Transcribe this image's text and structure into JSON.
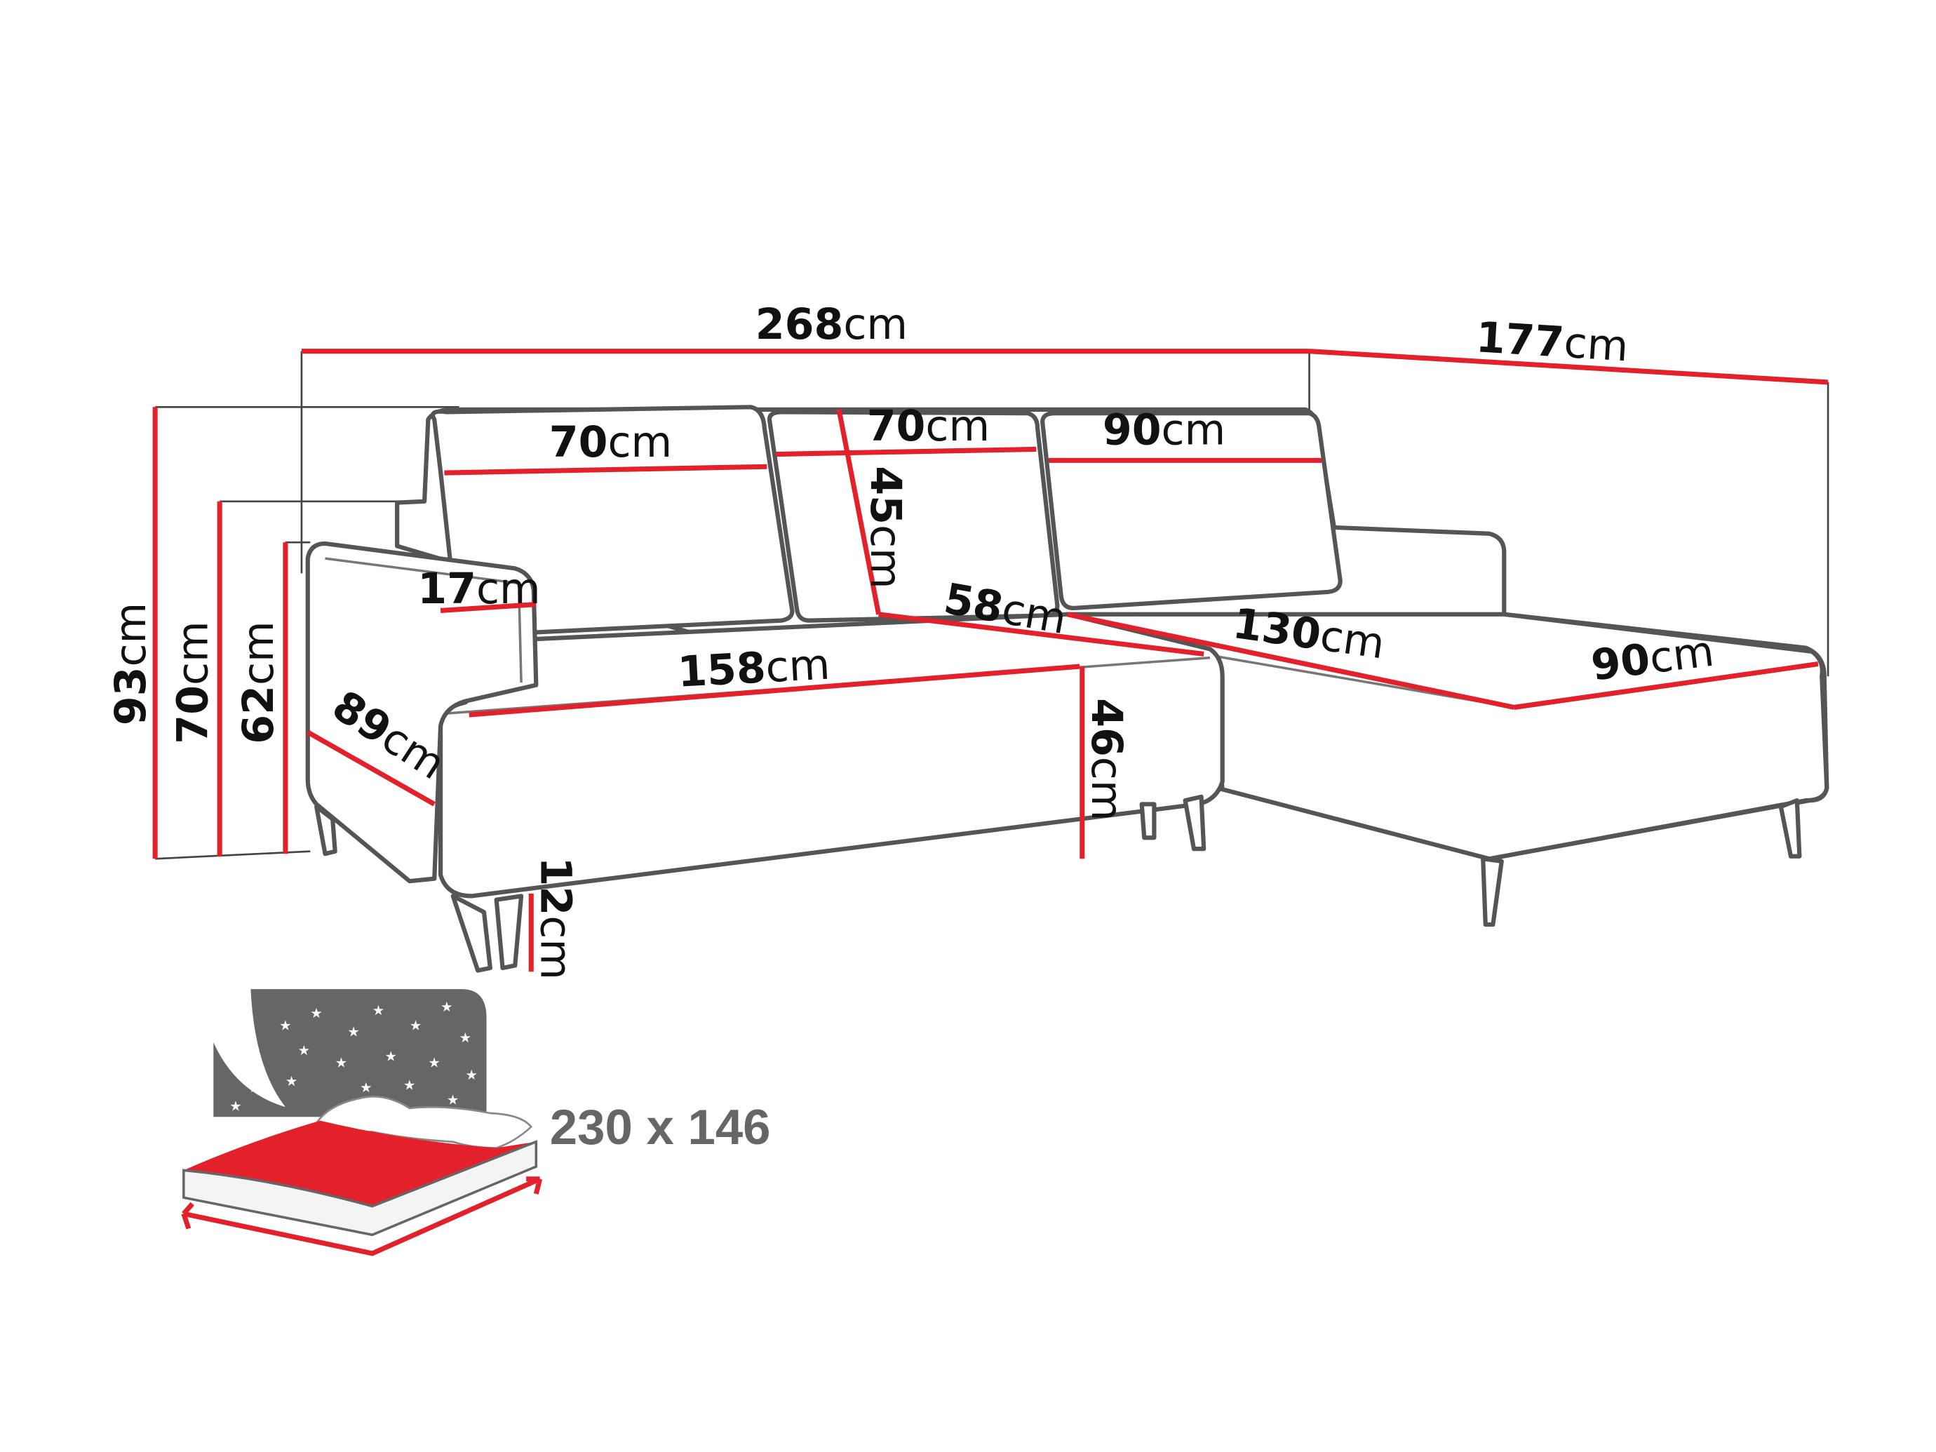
{
  "dimensions": {
    "total_width": {
      "value": "268",
      "unit": "cm"
    },
    "chaise_length": {
      "value": "177",
      "unit": "cm"
    },
    "total_height": {
      "value": "93",
      "unit": "cm"
    },
    "back_height": {
      "value": "70",
      "unit": "cm"
    },
    "arm_height": {
      "value": "62",
      "unit": "cm"
    },
    "cushion_1_width": {
      "value": "70",
      "unit": "cm"
    },
    "cushion_2_width": {
      "value": "70",
      "unit": "cm"
    },
    "cushion_3_width": {
      "value": "90",
      "unit": "cm"
    },
    "cushion_height": {
      "value": "45",
      "unit": "cm"
    },
    "arm_width": {
      "value": "17",
      "unit": "cm"
    },
    "seat_depth": {
      "value": "58",
      "unit": "cm"
    },
    "seat_width": {
      "value": "158",
      "unit": "cm"
    },
    "seat_height": {
      "value": "46",
      "unit": "cm"
    },
    "chaise_seat_length": {
      "value": "130",
      "unit": "cm"
    },
    "chaise_width": {
      "value": "90",
      "unit": "cm"
    },
    "total_depth": {
      "value": "89",
      "unit": "cm"
    },
    "leg_height": {
      "value": "12",
      "unit": "cm"
    }
  },
  "sleeping_area": {
    "label": "230 x 146"
  },
  "colors": {
    "dimension_line": "#e3212a",
    "outline": "#555555",
    "icon_gray": "#666666"
  }
}
